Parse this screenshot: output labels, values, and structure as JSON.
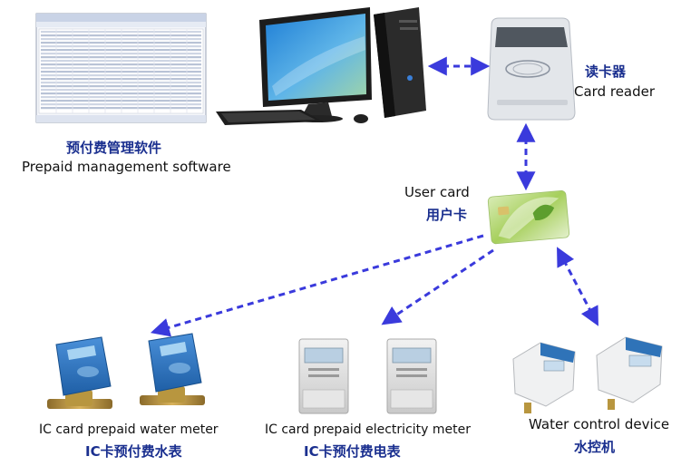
{
  "software": {
    "cn": "预付费管理软件",
    "en": "Prepaid management software"
  },
  "card_reader": {
    "cn": "读卡器",
    "en": "Card reader",
    "logo_text": ""
  },
  "user_card": {
    "en": "User card",
    "cn": "用户卡"
  },
  "water_meter": {
    "en": "IC card prepaid water meter",
    "cn": "IC卡预付费水表"
  },
  "electricity_meter": {
    "en": "IC card prepaid electricity meter",
    "cn": "IC卡预付费电表"
  },
  "water_control": {
    "en": "Water control device",
    "cn": "水控机"
  },
  "colors": {
    "arrow": "#3a3adc",
    "label_cn": "#1a2f8f",
    "meter_blue": "#2f73b8",
    "card_green": "#a6cf5c"
  },
  "icons": [
    "software-screenshot-icon",
    "desktop-computer-icon",
    "card-reader-icon",
    "ic-card-icon",
    "water-meter-icon",
    "electricity-meter-icon",
    "water-control-icon"
  ]
}
